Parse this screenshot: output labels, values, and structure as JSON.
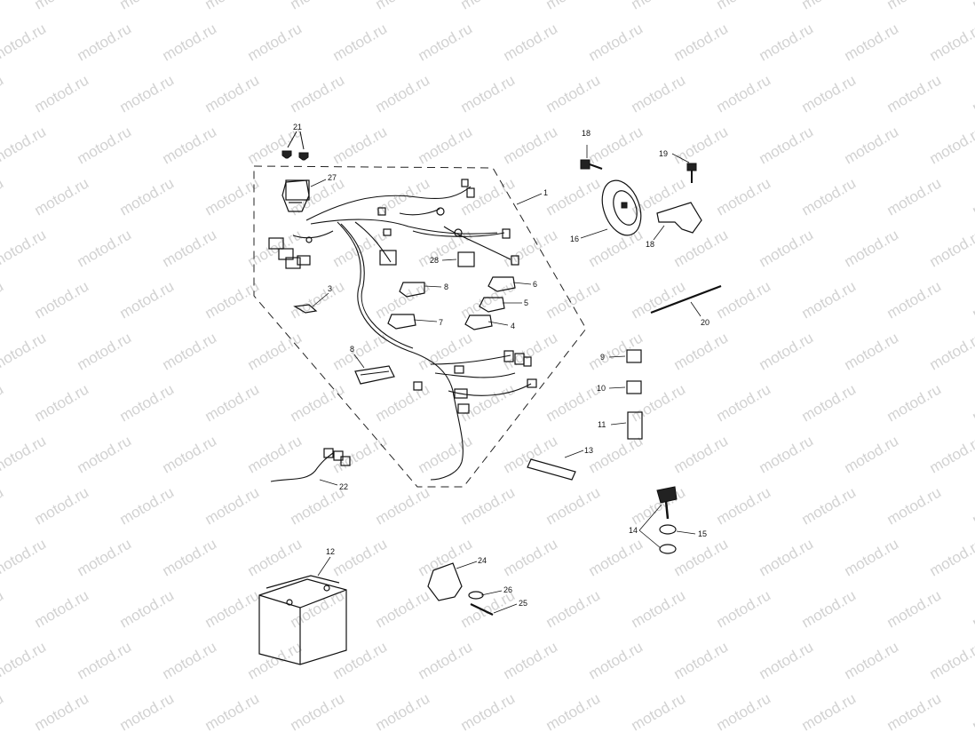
{
  "watermark_text": "motod.ru",
  "callouts": {
    "c1": "1",
    "c3": "3",
    "c4": "4",
    "c5": "5",
    "c6": "6",
    "c7": "7",
    "c8a": "8",
    "c8b": "8",
    "c9": "9",
    "c10": "10",
    "c11": "11",
    "c12": "12",
    "c13": "13",
    "c14": "14",
    "c15": "15",
    "c16": "16",
    "c18a": "18",
    "c18b": "18",
    "c19": "19",
    "c20": "20",
    "c21": "21",
    "c22": "22",
    "c24": "24",
    "c25": "25",
    "c26": "26",
    "c27": "27",
    "c28": "28"
  }
}
